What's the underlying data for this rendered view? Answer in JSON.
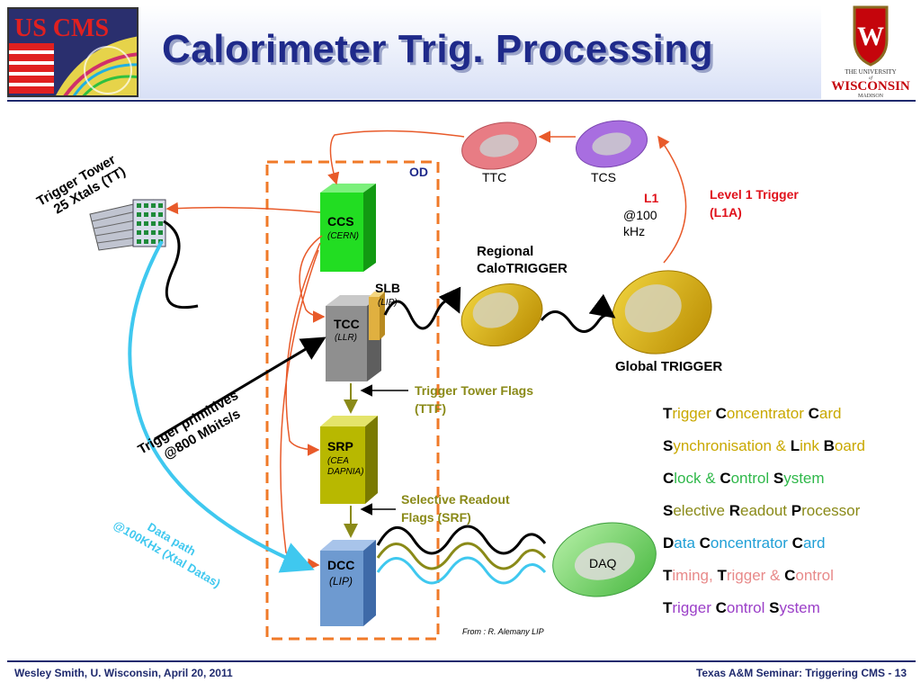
{
  "header": {
    "title": "Calorimeter Trig. Processing",
    "left_logo_text": "US CMS",
    "right_logo_lines": [
      "THE UNIVERSITY",
      "of",
      "WISCONSIN",
      "MADISON"
    ]
  },
  "diagram": {
    "trigger_tower": [
      "Trigger Tower",
      "25 Xtals (TT)"
    ],
    "od_label": "OD",
    "ttc": "TTC",
    "tcs": "TCS",
    "l1_label": "L1",
    "l1_rate": [
      "@100",
      "kHz"
    ],
    "level1_trigger": [
      "Level 1 Trigger",
      "(L1A)"
    ],
    "regional": [
      "Regional",
      "CaloTRIGGER"
    ],
    "global": "Global TRIGGER",
    "ccs": {
      "name": "CCS",
      "sub": "(CERN)"
    },
    "slb": {
      "name": "SLB",
      "sub": "(LIP)"
    },
    "tcc": {
      "name": "TCC",
      "sub": "(LLR)"
    },
    "srp": {
      "name": "SRP",
      "sub": [
        "(CEA",
        "DAPNIA)"
      ]
    },
    "dcc": {
      "name": "DCC",
      "sub": "(LIP)"
    },
    "daq": "DAQ",
    "ttf": [
      "Trigger Tower Flags",
      "(TTF)"
    ],
    "srf": [
      "Selective Readout",
      "Flags (SRF)"
    ],
    "trigger_primitives": [
      "Trigger primitives",
      "@800 Mbits/s"
    ],
    "data_path": [
      "Data path",
      "@100KHz (Xtal Datas)"
    ],
    "source_note": "From : R. Alemany LIP"
  },
  "legend": [
    {
      "parts": [
        [
          "T",
          "rigger "
        ],
        [
          "C",
          "oncentrator "
        ],
        [
          "C",
          "ard"
        ]
      ],
      "color": "#c9a800"
    },
    {
      "parts": [
        [
          "S",
          "ynchronisation & "
        ],
        [
          "L",
          "ink "
        ],
        [
          "B",
          "oard"
        ]
      ],
      "color": "#c9a800"
    },
    {
      "parts": [
        [
          "C",
          "lock & "
        ],
        [
          "C",
          "ontrol "
        ],
        [
          "S",
          "ystem"
        ]
      ],
      "color": "#2fb84a"
    },
    {
      "parts": [
        [
          "S",
          "elective "
        ],
        [
          "R",
          "eadout "
        ],
        [
          "P",
          "rocessor"
        ]
      ],
      "color": "#8a8a18"
    },
    {
      "parts": [
        [
          "D",
          "ata "
        ],
        [
          "C",
          "oncentrator "
        ],
        [
          "C",
          "ard"
        ]
      ],
      "color": "#1f9fd6"
    },
    {
      "parts": [
        [
          "T",
          "iming, "
        ],
        [
          "T",
          "rigger & "
        ],
        [
          "C",
          "ontrol"
        ]
      ],
      "color": "#e88a8a"
    },
    {
      "parts": [
        [
          "T",
          "rigger "
        ],
        [
          "C",
          "ontrol "
        ],
        [
          "S",
          "ystem"
        ]
      ],
      "color": "#9b3fc8"
    }
  ],
  "footer": {
    "left": "Wesley Smith, U. Wisconsin, April 20, 2011",
    "right": "Texas A&M Seminar: Triggering CMS -  13"
  },
  "colors": {
    "title_blue": "#1f2a8a",
    "od_border": "#f07a28",
    "arrow_red": "#e85a2a",
    "ccs_green": "#22dd22",
    "tcc_gray": "#8f8f8f",
    "srp_olive": "#b8b800",
    "dcc_blue": "#6e9ad0",
    "gold": "#d9b000",
    "ttc_pink": "#e87c84",
    "tcs_purple": "#a86ee0",
    "daq_green": "#7ddc6e",
    "datapath_cyan": "#3fc8ef"
  }
}
